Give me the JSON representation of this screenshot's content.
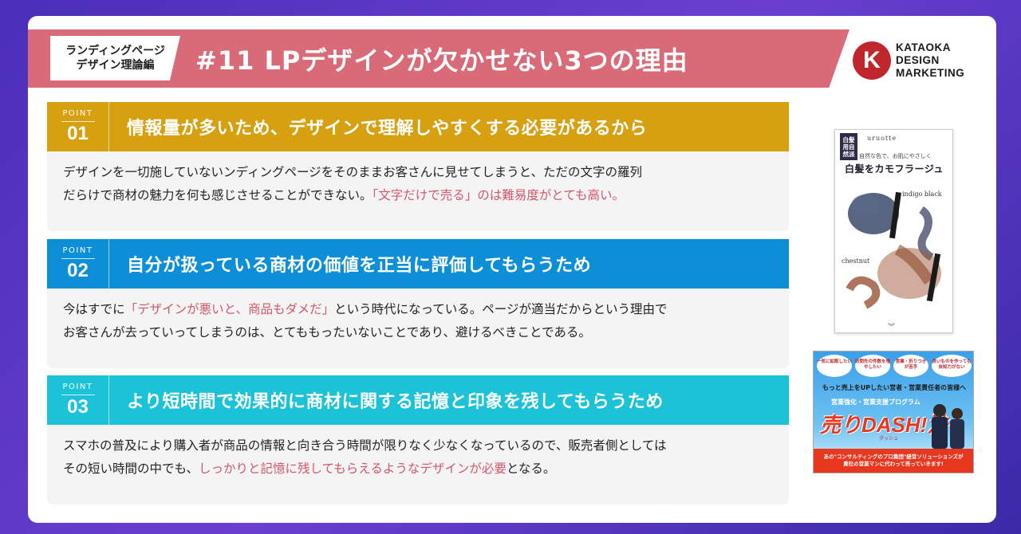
{
  "header": {
    "tag_line1": "ランディングページ",
    "tag_line2": "デザイン理論編",
    "title": "#11  LPデザインが欠かせない3つの理由"
  },
  "logo": {
    "mark": "K",
    "line1": "KATAOKA",
    "line2": "DESIGN",
    "line3": "MARKETING"
  },
  "points": [
    {
      "word": "POINT",
      "num": "01",
      "title": "情報量が多いため、デザインで理解しやすくする必要があるから",
      "body_a": "デザインを一切施していないンディングページをそのまま",
      "body_b": "お客さんに見せてしまうと、ただの文字の羅列",
      "body_c": "だらけで商材の魅力を何も感じさせることができない。",
      "highlight": "「文字だけで売る」のは難易度がとても高い。",
      "body_d": ""
    },
    {
      "word": "POINT",
      "num": "02",
      "title": "自分が扱っている商材の価値を正当に評価してもらうため",
      "body_a": "今はすでに",
      "highlight": "「デザインが悪いと、商品もダメだ」",
      "body_b": "という時代になっている。ページが適当だからという理由で",
      "body_c": "お客さんが去っていってしまうのは、とてももったいないことであり、避けるべきことである。",
      "body_d": ""
    },
    {
      "word": "POINT",
      "num": "03",
      "title": "より短時間で効果的に商材に関する記憶と印象を残してもらうため",
      "body_a": "スマホの普及により購入者が商品の情報と向き合う時間が限りなく少なくなっているので、販売者側としては",
      "body_b": "その短い時間の中でも、",
      "highlight": "しっかりと記憶に残してもらえるようなデザインが必要",
      "body_c": "となる。",
      "body_d": ""
    }
  ],
  "product": {
    "badge": "白髪用自然派",
    "brand": "uruotte",
    "sub": "自然な色で、お肌にやさしく",
    "title": "白髪をカモフラージュ",
    "label1": "indigo black",
    "label2": "chestnut",
    "arrow": "︾"
  },
  "banner": {
    "bubble1": "一気に拡販したい",
    "bubble2": "訪問先の件数を増やしたい",
    "bubble3": "営業・折りつきが苦手",
    "bubble4": "良いものを作っても自知力がない",
    "lead": "もっと売上をUPしたい営者・営業責任者の皆様へ",
    "program": "営業強化・営業支援プログラム",
    "brand": "売りDASH!法",
    "ruby": "ダッシュ",
    "foot1": "あの\"コンサルティングのプロ集団\"経営ソリューションズが",
    "foot2": "貴社の営業マンに代わって売っていきます!"
  },
  "colors": {
    "header": "#d96a78",
    "point1": "#d6a010",
    "point2": "#0d8fd8",
    "point3": "#1cc3d8",
    "highlight": "#d4566a"
  }
}
